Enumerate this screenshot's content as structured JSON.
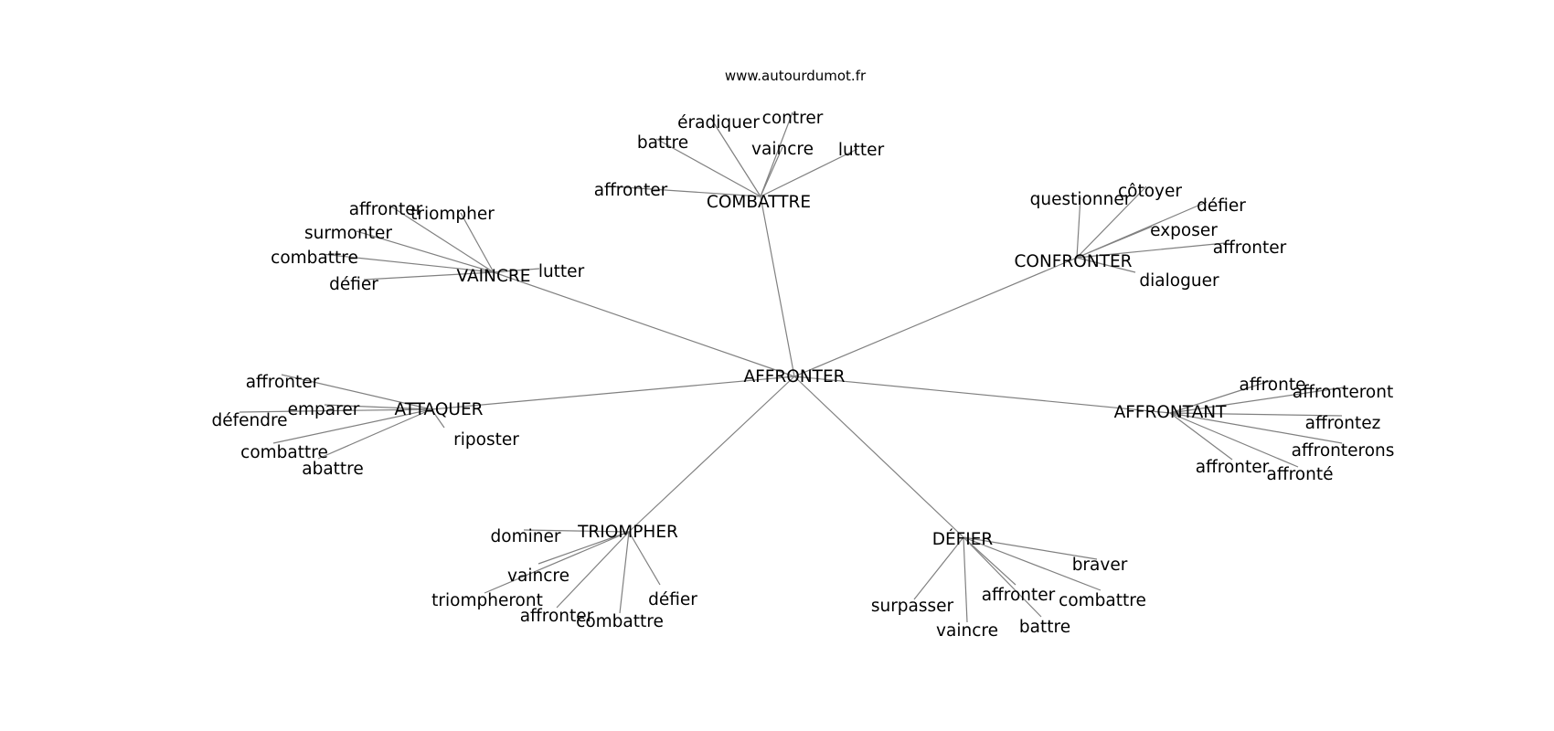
{
  "watermark": "www.autourdumot.fr",
  "center": "AFFRONTER",
  "groups": [
    {
      "id": "vaincre",
      "label": "VAINCRE",
      "leaves": [
        "affronter",
        "triompher",
        "surmonter",
        "combattre",
        "défier",
        "lutter"
      ]
    },
    {
      "id": "combattre",
      "label": "COMBATTRE",
      "leaves": [
        "éradiquer",
        "contrer",
        "battre",
        "vaincre",
        "lutter",
        "affronter"
      ]
    },
    {
      "id": "confronter",
      "label": "CONFRONTER",
      "leaves": [
        "questionner",
        "côtoyer",
        "défier",
        "exposer",
        "affronter",
        "dialoguer"
      ]
    },
    {
      "id": "attaquer",
      "label": "ATTAQUER",
      "leaves": [
        "affronter",
        "emparer",
        "défendre",
        "riposter",
        "combattre",
        "abattre"
      ]
    },
    {
      "id": "affrontant",
      "label": "AFFRONTANT",
      "leaves": [
        "affronte",
        "affronteront",
        "affrontez",
        "affronterons",
        "affronter",
        "affronté"
      ]
    },
    {
      "id": "triompher",
      "label": "TRIOMPHER",
      "leaves": [
        "dominer",
        "vaincre",
        "triompheront",
        "affronter",
        "combattre",
        "défier"
      ]
    },
    {
      "id": "defier",
      "label": "DÉFIER",
      "leaves": [
        "braver",
        "surpasser",
        "affronter",
        "combattre",
        "vaincre",
        "battre"
      ]
    }
  ]
}
